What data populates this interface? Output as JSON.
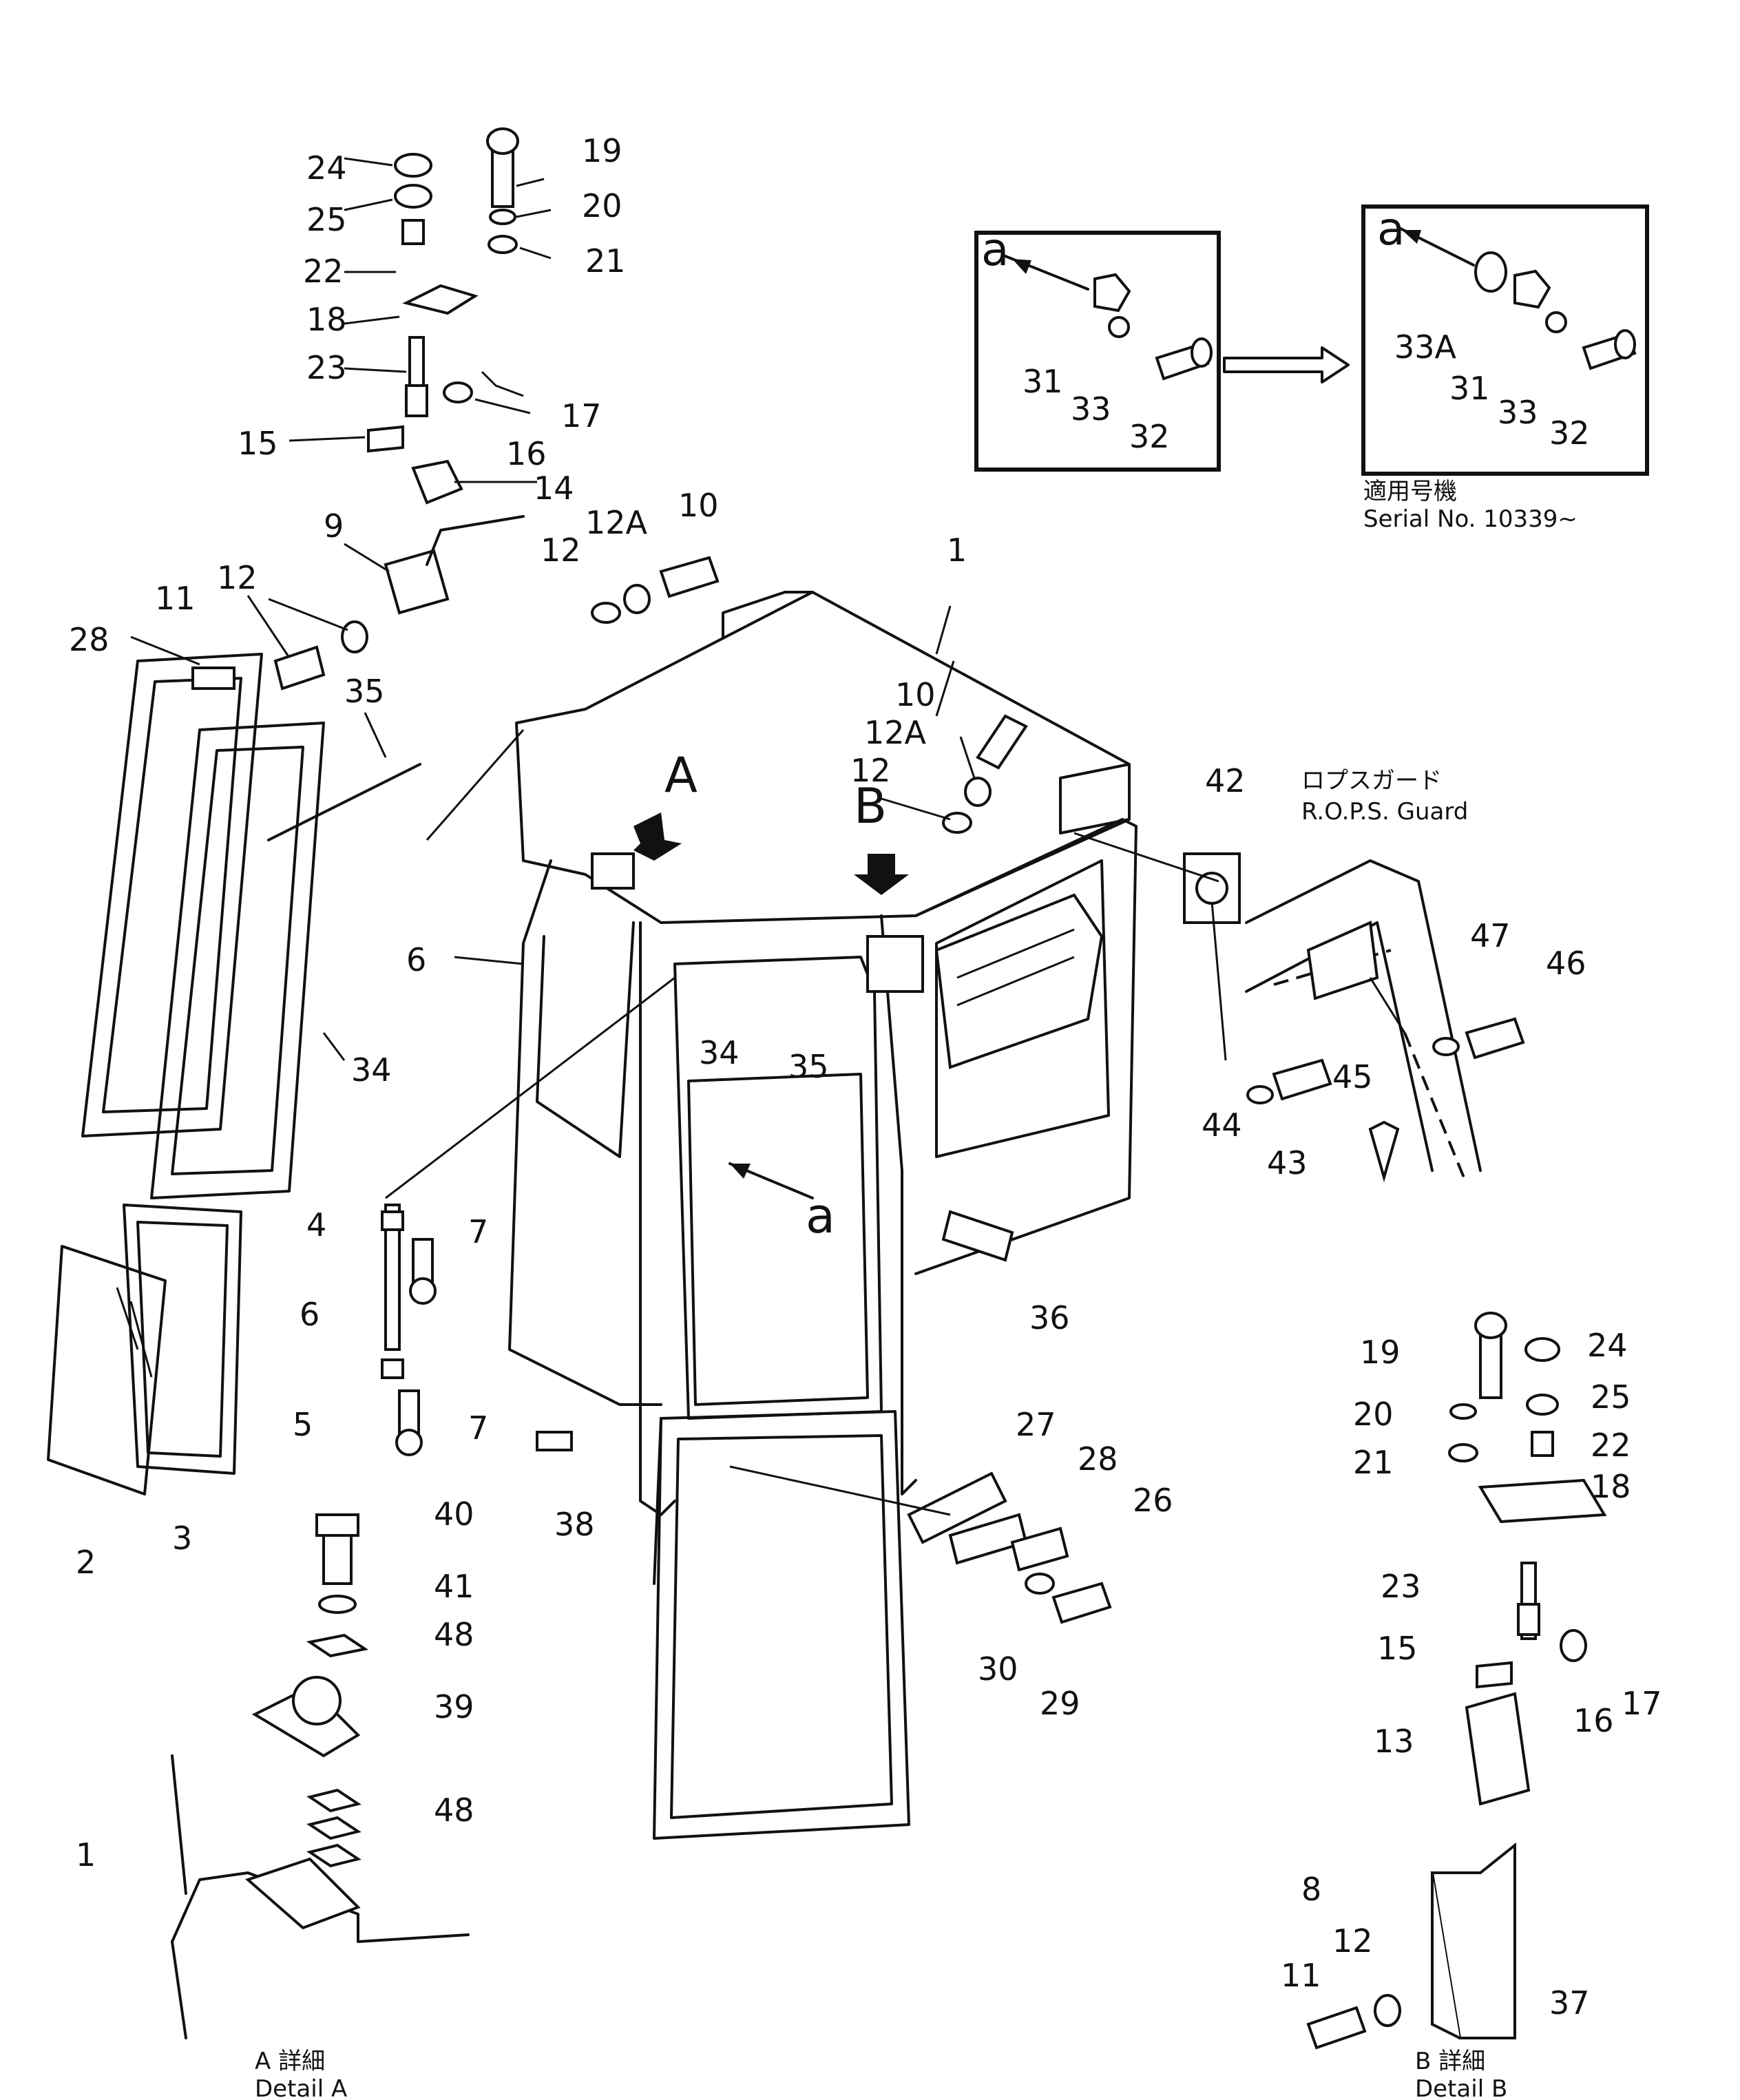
{
  "callouts": {
    "n1": "1",
    "n2": "2",
    "n3": "3",
    "n4": "4",
    "n5": "5",
    "n6": "6",
    "n7": "7",
    "n8": "8",
    "n9": "9",
    "n10": "10",
    "n11": "11",
    "n12": "12",
    "n12a": "12A",
    "n13": "13",
    "n14": "14",
    "n15": "15",
    "n16": "16",
    "n17": "17",
    "n18": "18",
    "n19": "19",
    "n20": "20",
    "n21": "21",
    "n22": "22",
    "n23": "23",
    "n24": "24",
    "n25": "25",
    "n26": "26",
    "n27": "27",
    "n28": "28",
    "n29": "29",
    "n30": "30",
    "n31": "31",
    "n32": "32",
    "n33": "33",
    "n33a": "33A",
    "n34": "34",
    "n35": "35",
    "n36": "36",
    "n37": "37",
    "n38": "38",
    "n39": "39",
    "n40": "40",
    "n41": "41",
    "n42": "42",
    "n43": "43",
    "n44": "44",
    "n45": "45",
    "n46": "46",
    "n47": "47",
    "n48": "48"
  },
  "markers": {
    "view_a": "A",
    "view_b": "B",
    "ref_a": "a"
  },
  "notes": {
    "serial_jp": "適用号機",
    "serial_en": "Serial No. 10339~",
    "rops_jp": "ロプスガード",
    "rops_en": "R.O.P.S. Guard",
    "detail_a_jp": "A 詳細",
    "detail_a_en": "Detail A",
    "detail_b_jp": "B 詳細",
    "detail_b_en": "Detail B"
  }
}
